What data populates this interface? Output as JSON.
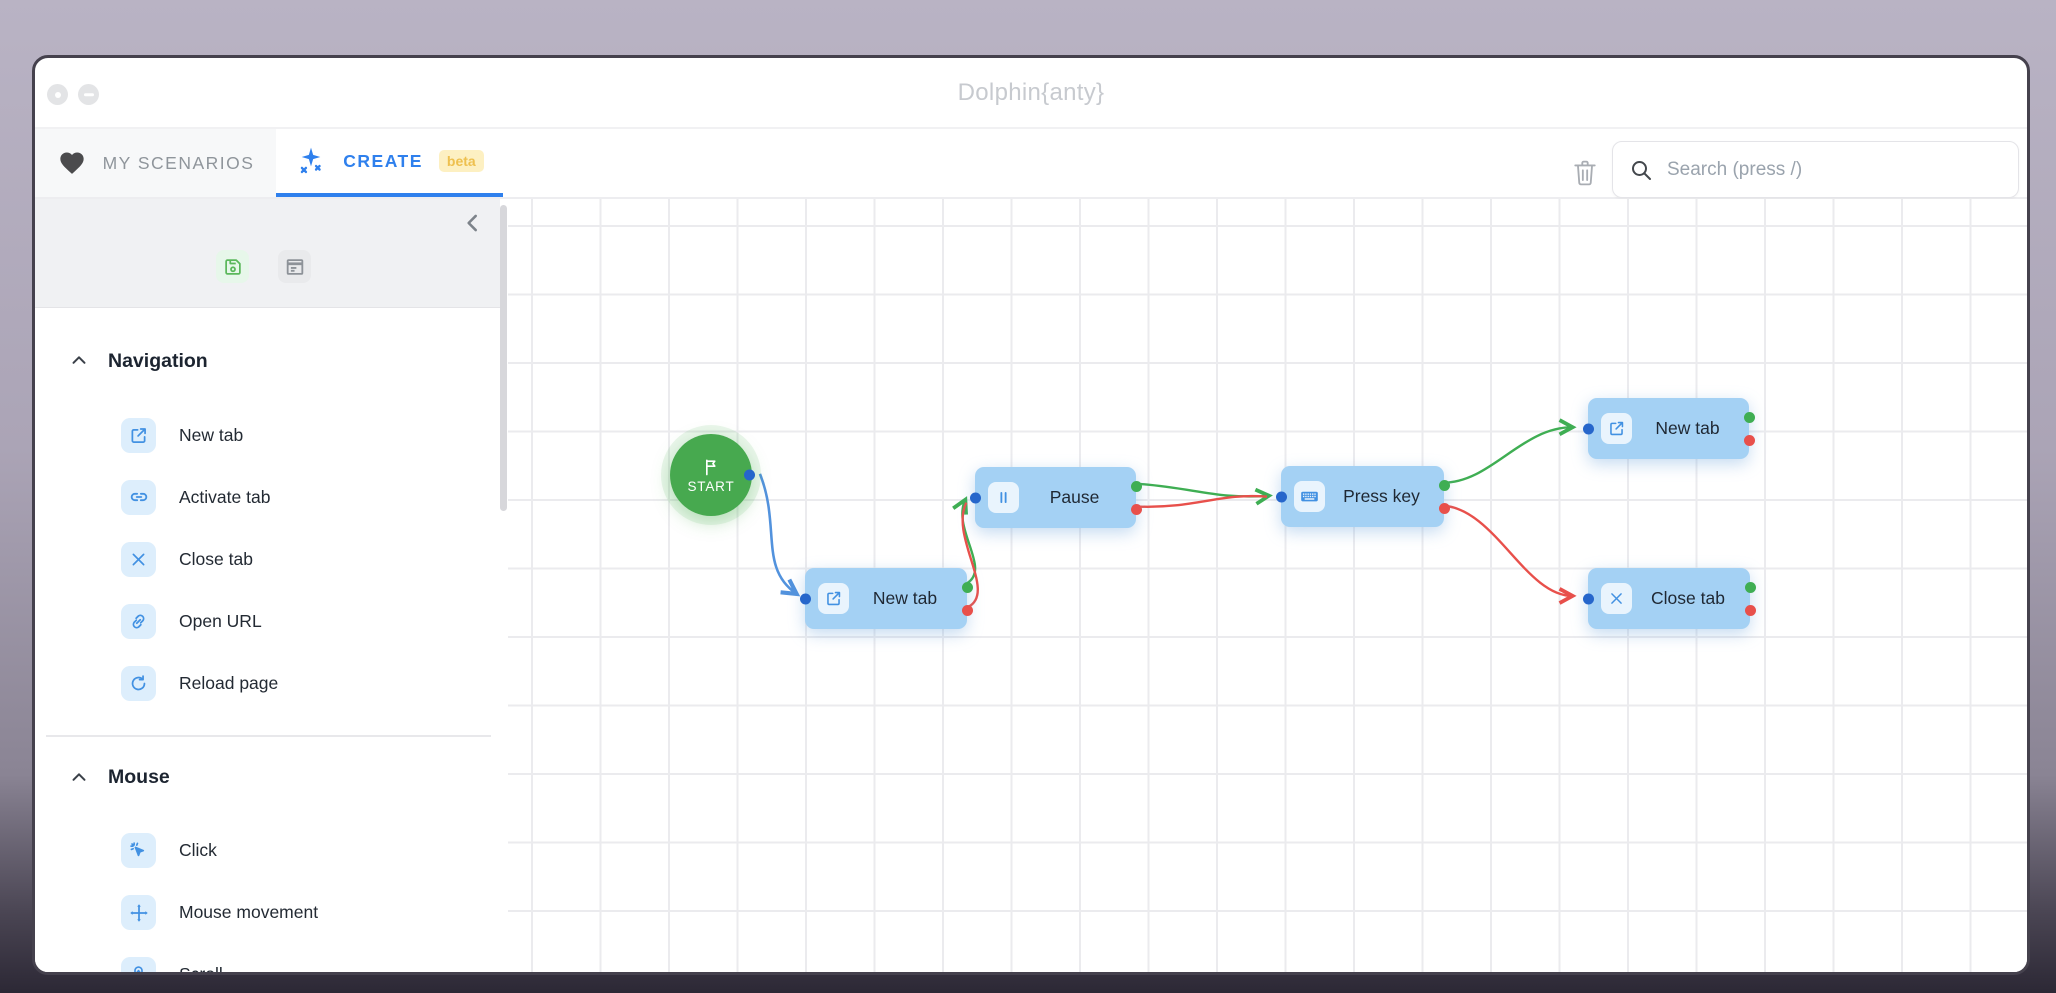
{
  "window": {
    "title": "Dolphin{anty}"
  },
  "tabs": {
    "my_scenarios": {
      "label": "MY SCENARIOS"
    },
    "create": {
      "label": "CREATE",
      "badge": "beta"
    }
  },
  "toolbar": {
    "search_placeholder": "Search (press /)"
  },
  "sidebar": {
    "sections": [
      {
        "title": "Navigation",
        "items": [
          {
            "label": "New tab",
            "icon": "new-tab-icon"
          },
          {
            "label": "Activate tab",
            "icon": "activate-tab-icon"
          },
          {
            "label": "Close tab",
            "icon": "close-tab-icon"
          },
          {
            "label": "Open URL",
            "icon": "open-url-icon"
          },
          {
            "label": "Reload page",
            "icon": "reload-page-icon"
          }
        ]
      },
      {
        "title": "Mouse",
        "items": [
          {
            "label": "Click",
            "icon": "click-icon"
          },
          {
            "label": "Mouse movement",
            "icon": "mouse-movement-icon"
          },
          {
            "label": "Scroll",
            "icon": "scroll-icon"
          }
        ]
      }
    ]
  },
  "canvas": {
    "start": {
      "label": "START"
    },
    "nodes": [
      {
        "id": "new-tab-1",
        "label": "New tab",
        "icon": "new-tab-icon"
      },
      {
        "id": "pause",
        "label": "Pause",
        "icon": "pause-icon"
      },
      {
        "id": "press-key",
        "label": "Press key",
        "icon": "keyboard-icon"
      },
      {
        "id": "new-tab-2",
        "label": "New tab",
        "icon": "new-tab-icon"
      },
      {
        "id": "close-tab",
        "label": "Close tab",
        "icon": "close-tab-icon"
      }
    ],
    "edges": [
      {
        "from": "start",
        "to": "new-tab-1",
        "color": "blue"
      },
      {
        "from": "new-tab-1:success",
        "to": "pause",
        "color": "green"
      },
      {
        "from": "new-tab-1:error",
        "to": "pause",
        "color": "red"
      },
      {
        "from": "pause:success",
        "to": "press-key",
        "color": "green"
      },
      {
        "from": "pause:error",
        "to": "press-key",
        "color": "red"
      },
      {
        "from": "press-key:success",
        "to": "new-tab-2",
        "color": "green"
      },
      {
        "from": "press-key:error",
        "to": "close-tab",
        "color": "red"
      }
    ]
  },
  "colors": {
    "accent-blue": "#2f80ed",
    "node-fill": "#a4d1f4",
    "node-chip": "#e9f4fd",
    "icon-blue": "#4291e2",
    "sidebar-chip": "#ddeefc",
    "start-green": "#47a94f",
    "edge-green": "#3fae53",
    "edge-red": "#e8504b",
    "edge-blue": "#5292dd",
    "port-blue": "#2666cb",
    "beta-bg": "#fdf0c2",
    "beta-text": "#eec04f",
    "grid-line": "#ebebee"
  }
}
